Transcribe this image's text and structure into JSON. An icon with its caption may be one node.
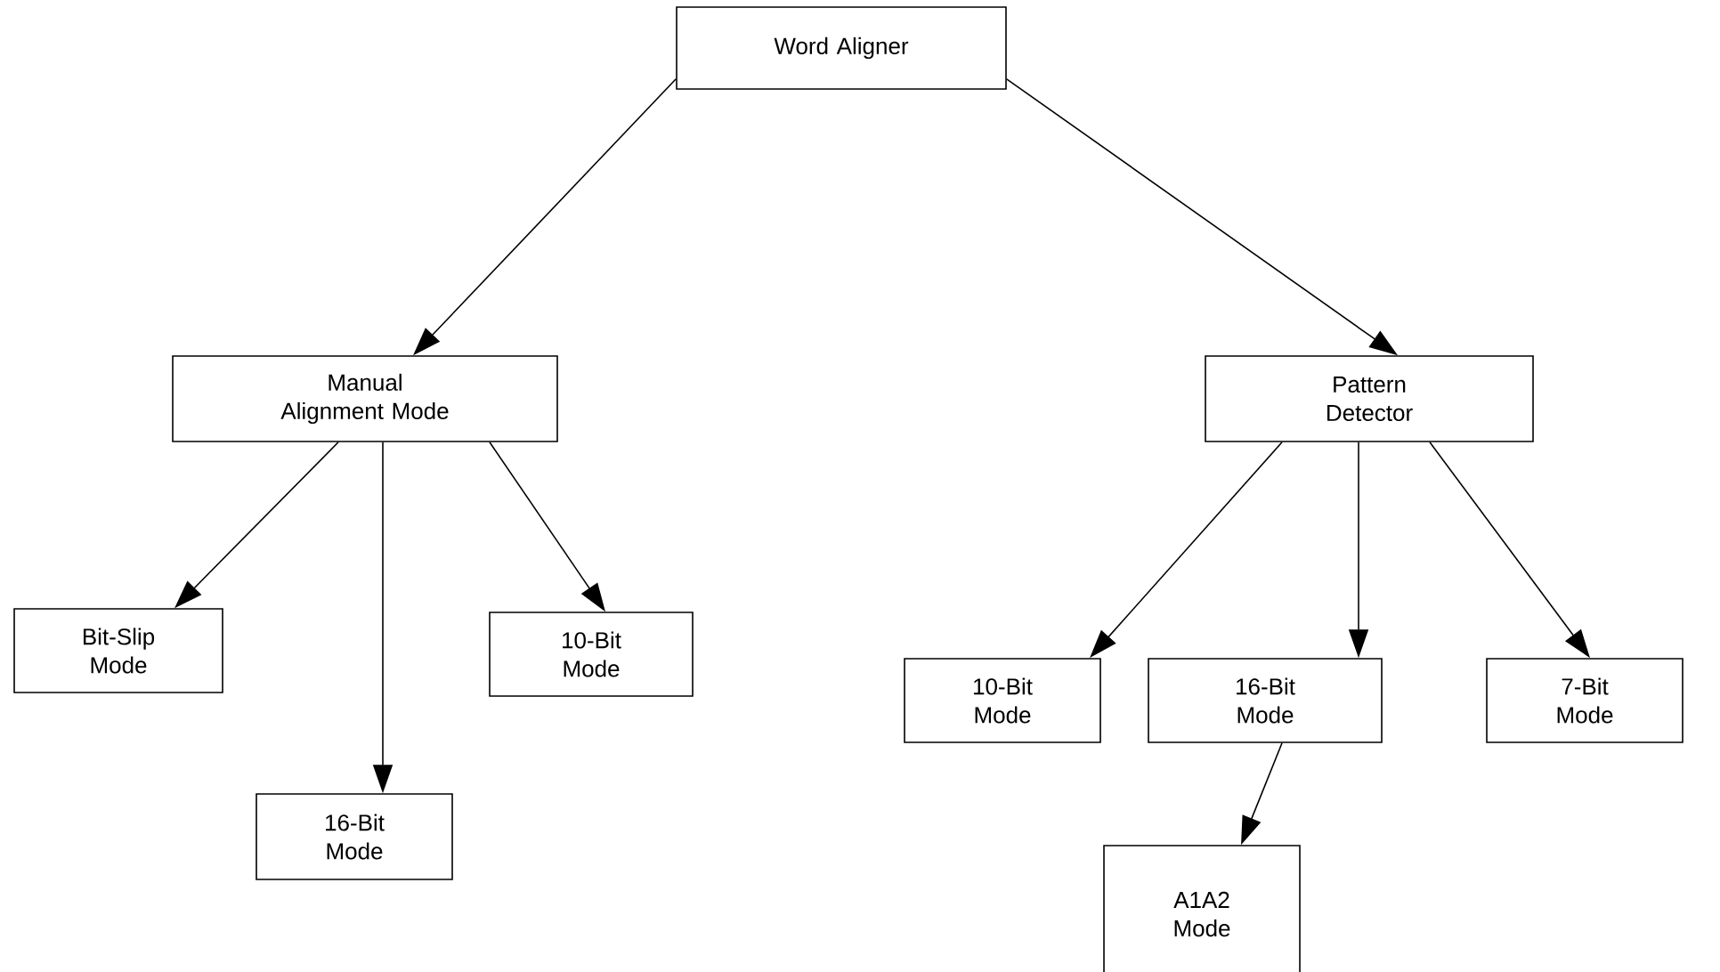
{
  "diagram": {
    "nodes": [
      {
        "text": [
          "Word Aligner"
        ]
      },
      {
        "text": [
          "Manual Alignment Mode"
        ]
      },
      {
        "text": [
          "Pattern Detector"
        ]
      },
      {
        "text": [
          "Bit-Slip Mode"
        ]
      },
      {
        "text": [
          "16-Bit Mode"
        ]
      },
      {
        "text": [
          "10-Bit Mode"
        ]
      },
      {
        "text": [
          "10-Bit Mode"
        ]
      },
      {
        "text": [
          "16-Bit Mode"
        ]
      },
      {
        "text": [
          "7-Bit Mode"
        ]
      },
      {
        "text": [
          "A1A2 Mode"
        ]
      }
    ],
    "edges": [
      {
        "from": 0,
        "to": 1,
        "arrow": "to"
      },
      {
        "from": 0,
        "to": 2,
        "arrow": "to"
      },
      {
        "from": 1,
        "to": 3,
        "arrow": "to"
      },
      {
        "from": 1,
        "to": 4,
        "arrow": "to"
      },
      {
        "from": 1,
        "to": 5,
        "arrow": "to"
      },
      {
        "from": 2,
        "to": 6,
        "arrow": "to"
      },
      {
        "from": 2,
        "to": 7,
        "arrow": "to"
      },
      {
        "from": 2,
        "to": 8,
        "arrow": "to"
      },
      {
        "from": 7,
        "to": 9,
        "arrow": "to"
      }
    ]
  }
}
